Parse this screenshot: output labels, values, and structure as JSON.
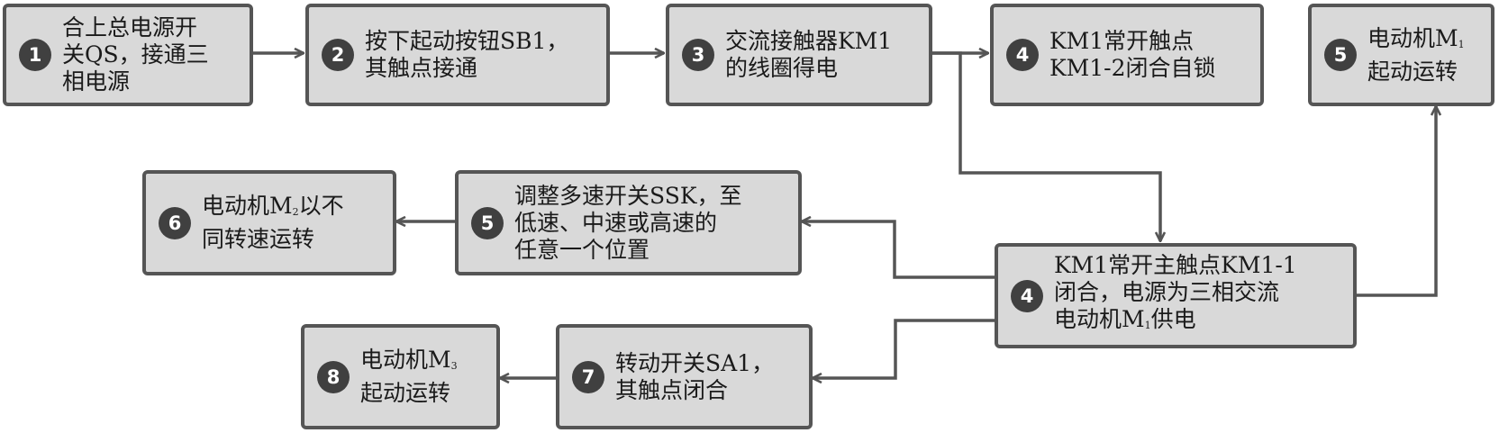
{
  "colors": {
    "box_fill": "#d9d9d9",
    "box_border": "#555555",
    "badge": "#404040",
    "wire": "#555555"
  },
  "steps": {
    "s1": {
      "num": "1",
      "lines": [
        {
          "t": "合上总电源开"
        },
        {
          "t": "关QS，接通三"
        },
        {
          "t": "相电源"
        }
      ]
    },
    "s2": {
      "num": "2",
      "lines": [
        {
          "t": "按下起动按钮SB1，"
        },
        {
          "t": "其触点接通"
        }
      ]
    },
    "s3": {
      "num": "3",
      "lines": [
        {
          "t": "交流接触器KM1"
        },
        {
          "t": "的线圈得电"
        }
      ]
    },
    "s4a": {
      "num": "4",
      "lines": [
        {
          "t": "KM1常开触点"
        },
        {
          "t": "KM1-2闭合自锁"
        }
      ]
    },
    "s5a": {
      "num": "5",
      "lines": [
        {
          "t": "电动机M",
          "sub": "1"
        },
        {
          "t": "起动运转"
        }
      ]
    },
    "s4b": {
      "num": "4",
      "lines": [
        {
          "t": "KM1常开主触点KM1-1"
        },
        {
          "t": "闭合，电源为三相交流"
        },
        {
          "t": "电动机M",
          "sub": "1",
          "after": "供电"
        }
      ]
    },
    "s5b": {
      "num": "5",
      "lines": [
        {
          "t": "调整多速开关SSK，至"
        },
        {
          "t": "低速、中速或高速的"
        },
        {
          "t": "任意一个位置"
        }
      ]
    },
    "s6": {
      "num": "6",
      "lines": [
        {
          "t": "电动机M",
          "sub": "2",
          "after": "以不"
        },
        {
          "t": "同转速运转"
        }
      ]
    },
    "s7": {
      "num": "7",
      "lines": [
        {
          "t": "转动开关SA1，"
        },
        {
          "t": "其触点闭合"
        }
      ]
    },
    "s8": {
      "num": "8",
      "lines": [
        {
          "t": "电动机M",
          "sub": "3"
        },
        {
          "t": "起动运转"
        }
      ]
    }
  }
}
